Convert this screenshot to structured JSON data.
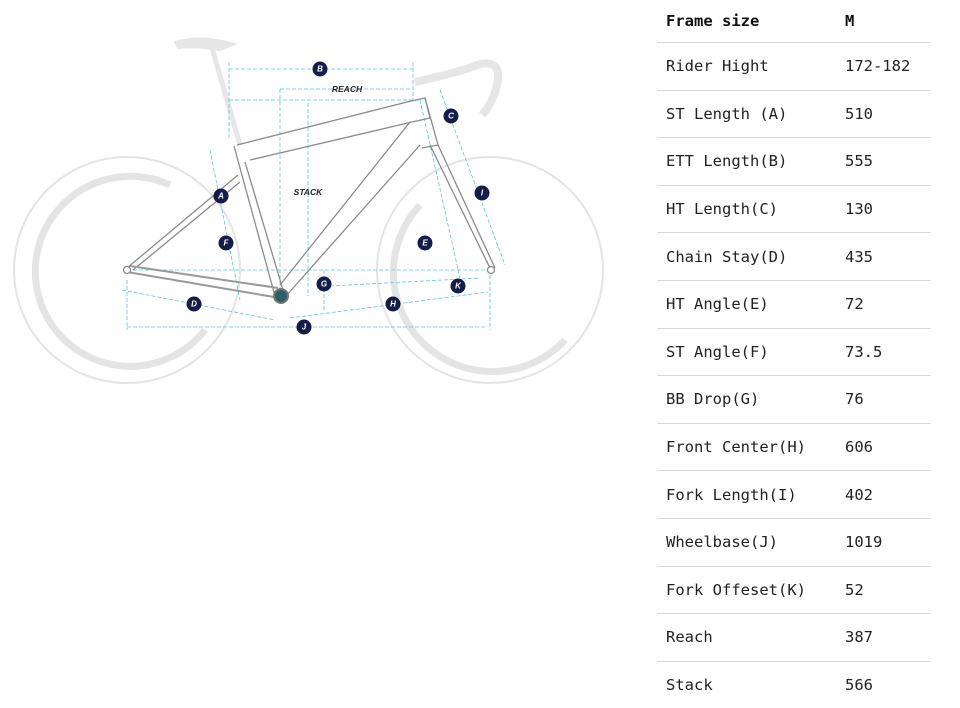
{
  "diagram": {
    "labels": {
      "A": "A",
      "B": "B",
      "C": "C",
      "D": "D",
      "E": "E",
      "F": "F",
      "G": "G",
      "H": "H",
      "I": "I",
      "J": "J",
      "K": "K"
    },
    "reach_text": "REACH",
    "stack_text": "STACK",
    "colors": {
      "badge": "#141c4a",
      "dimension": "#5cc3d8",
      "frame": "#888888",
      "ghost": "#e2e2e2"
    }
  },
  "table": {
    "header": {
      "label": "Frame size",
      "value": "M"
    },
    "rows": [
      {
        "label": "Rider Hight",
        "value": "172-182"
      },
      {
        "label": "ST Length (A)",
        "value": "510"
      },
      {
        "label": "ETT Length(B)",
        "value": "555"
      },
      {
        "label": "HT Length(C)",
        "value": "130"
      },
      {
        "label": "Chain Stay(D)",
        "value": "435"
      },
      {
        "label": "HT Angle(E)",
        "value": "72"
      },
      {
        "label": "ST Angle(F)",
        "value": "73.5"
      },
      {
        "label": "BB Drop(G)",
        "value": "76"
      },
      {
        "label": "Front Center(H)",
        "value": "606"
      },
      {
        "label": "Fork Length(I)",
        "value": "402"
      },
      {
        "label": "Wheelbase(J)",
        "value": "1019"
      },
      {
        "label": "Fork Offeset(K)",
        "value": "52"
      },
      {
        "label": "Reach",
        "value": "387"
      },
      {
        "label": "Stack",
        "value": "566"
      }
    ]
  }
}
